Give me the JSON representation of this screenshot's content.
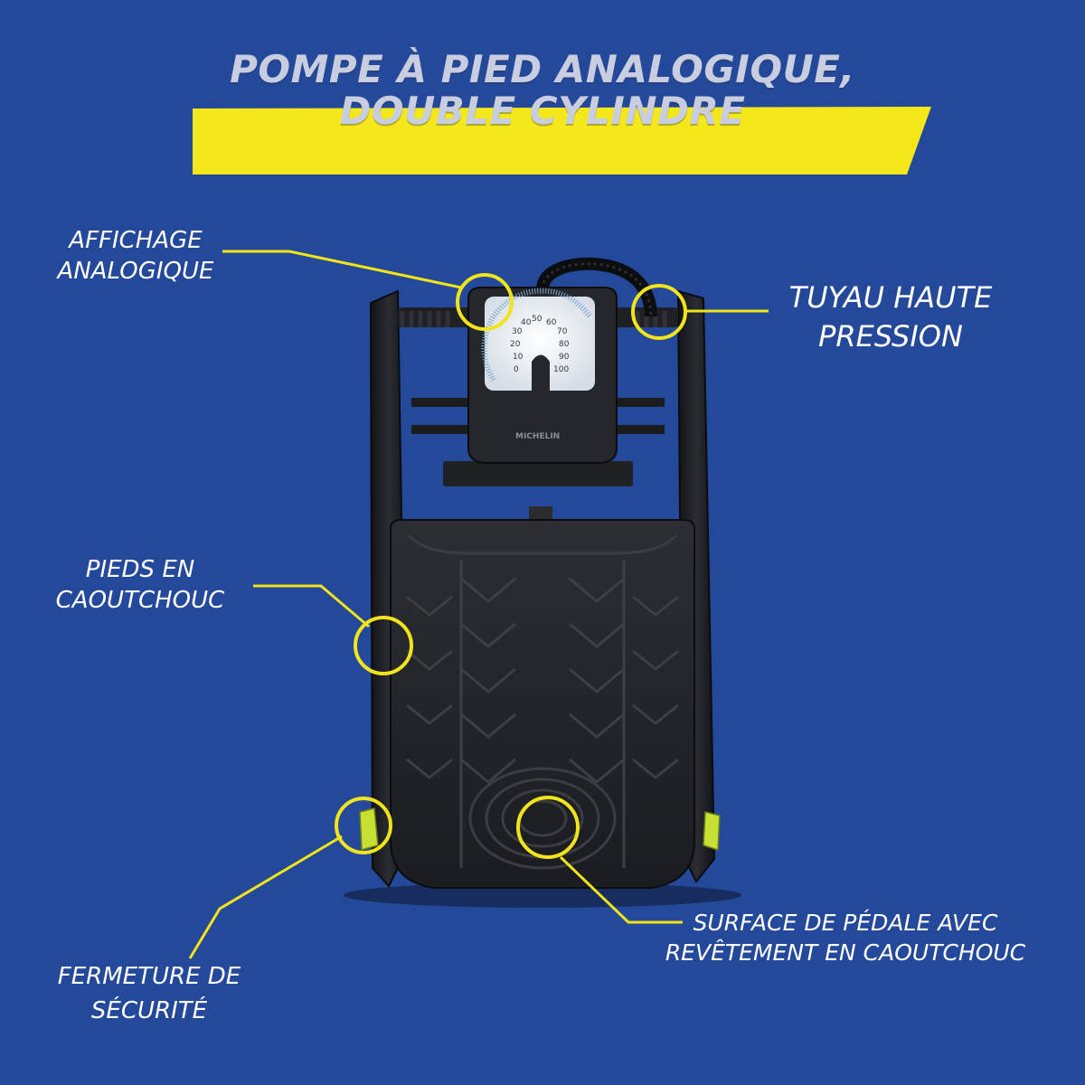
{
  "title": {
    "line1": "POMPE À PIED ANALOGIQUE,",
    "line2": "DOUBLE CYLINDRE"
  },
  "callouts": {
    "display": {
      "line1": "AFFICHAGE",
      "line2": "ANALOGIQUE"
    },
    "hose": {
      "line1": "TUYAU HAUTE",
      "line2": "PRESSION"
    },
    "feet": {
      "line1": "PIEDS EN",
      "line2": "CAOUTCHOUC"
    },
    "lock": {
      "line1": "FERMETURE DE",
      "line2": "SÉCURITÉ"
    },
    "pedal": {
      "line1": "SURFACE DE PÉDALE AVEC",
      "line2": "REVÊTEMENT EN CAOUTCHOUC"
    }
  },
  "gauge": {
    "scale": [
      "0",
      "10",
      "20",
      "30",
      "40",
      "50",
      "60",
      "70",
      "80",
      "90",
      "100"
    ],
    "brand": "MICHELIN"
  },
  "colors": {
    "background": "#24499a",
    "accent_yellow": "#f4e81a",
    "callout_ring": "#f2e41a",
    "label_text": "#ffffff",
    "title_text": "#c9cde0",
    "pump_body": "#1c1e22",
    "lock_green": "#c8e032"
  }
}
